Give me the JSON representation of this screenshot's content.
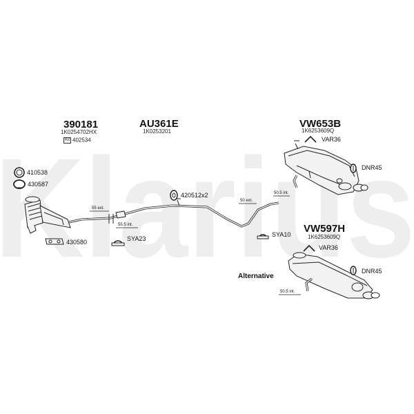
{
  "watermark": "Klarius",
  "parts": {
    "dpf": {
      "code": "390181",
      "oem": "1K0254702HX",
      "kit_badge": "Kit",
      "kit_code": "402534"
    },
    "front_pipe": {
      "code": "AU361E",
      "oem": "1K0253201"
    },
    "rear_box": {
      "code": "VW653B",
      "oem": "1K6253609Q"
    },
    "alt_box": {
      "code": "VW597H",
      "oem": "1K6253609Q"
    }
  },
  "fittings": {
    "gasket_1": "410538",
    "gasket_2": "430587",
    "flange_gasket": "430580",
    "rubber_mounts": "420512x2",
    "sya23": "SYA23",
    "sya10": "SYA10",
    "var36_top": "VAR36",
    "var36_alt": "VAR36",
    "dnr45_top": "DNR45",
    "dnr45_alt": "DNR45"
  },
  "dimensions": {
    "ext_55": "55 ext.",
    "int_55_5": "55.5 int.",
    "ext_50": "50 ext.",
    "int_50_5_top": "50.5 int.",
    "int_50_5_alt": "50.5 int."
  },
  "alternative_label": "Alternative",
  "colors": {
    "line": "#222222",
    "fill": "#f2f2f2",
    "watermark": "#eeeeee"
  }
}
